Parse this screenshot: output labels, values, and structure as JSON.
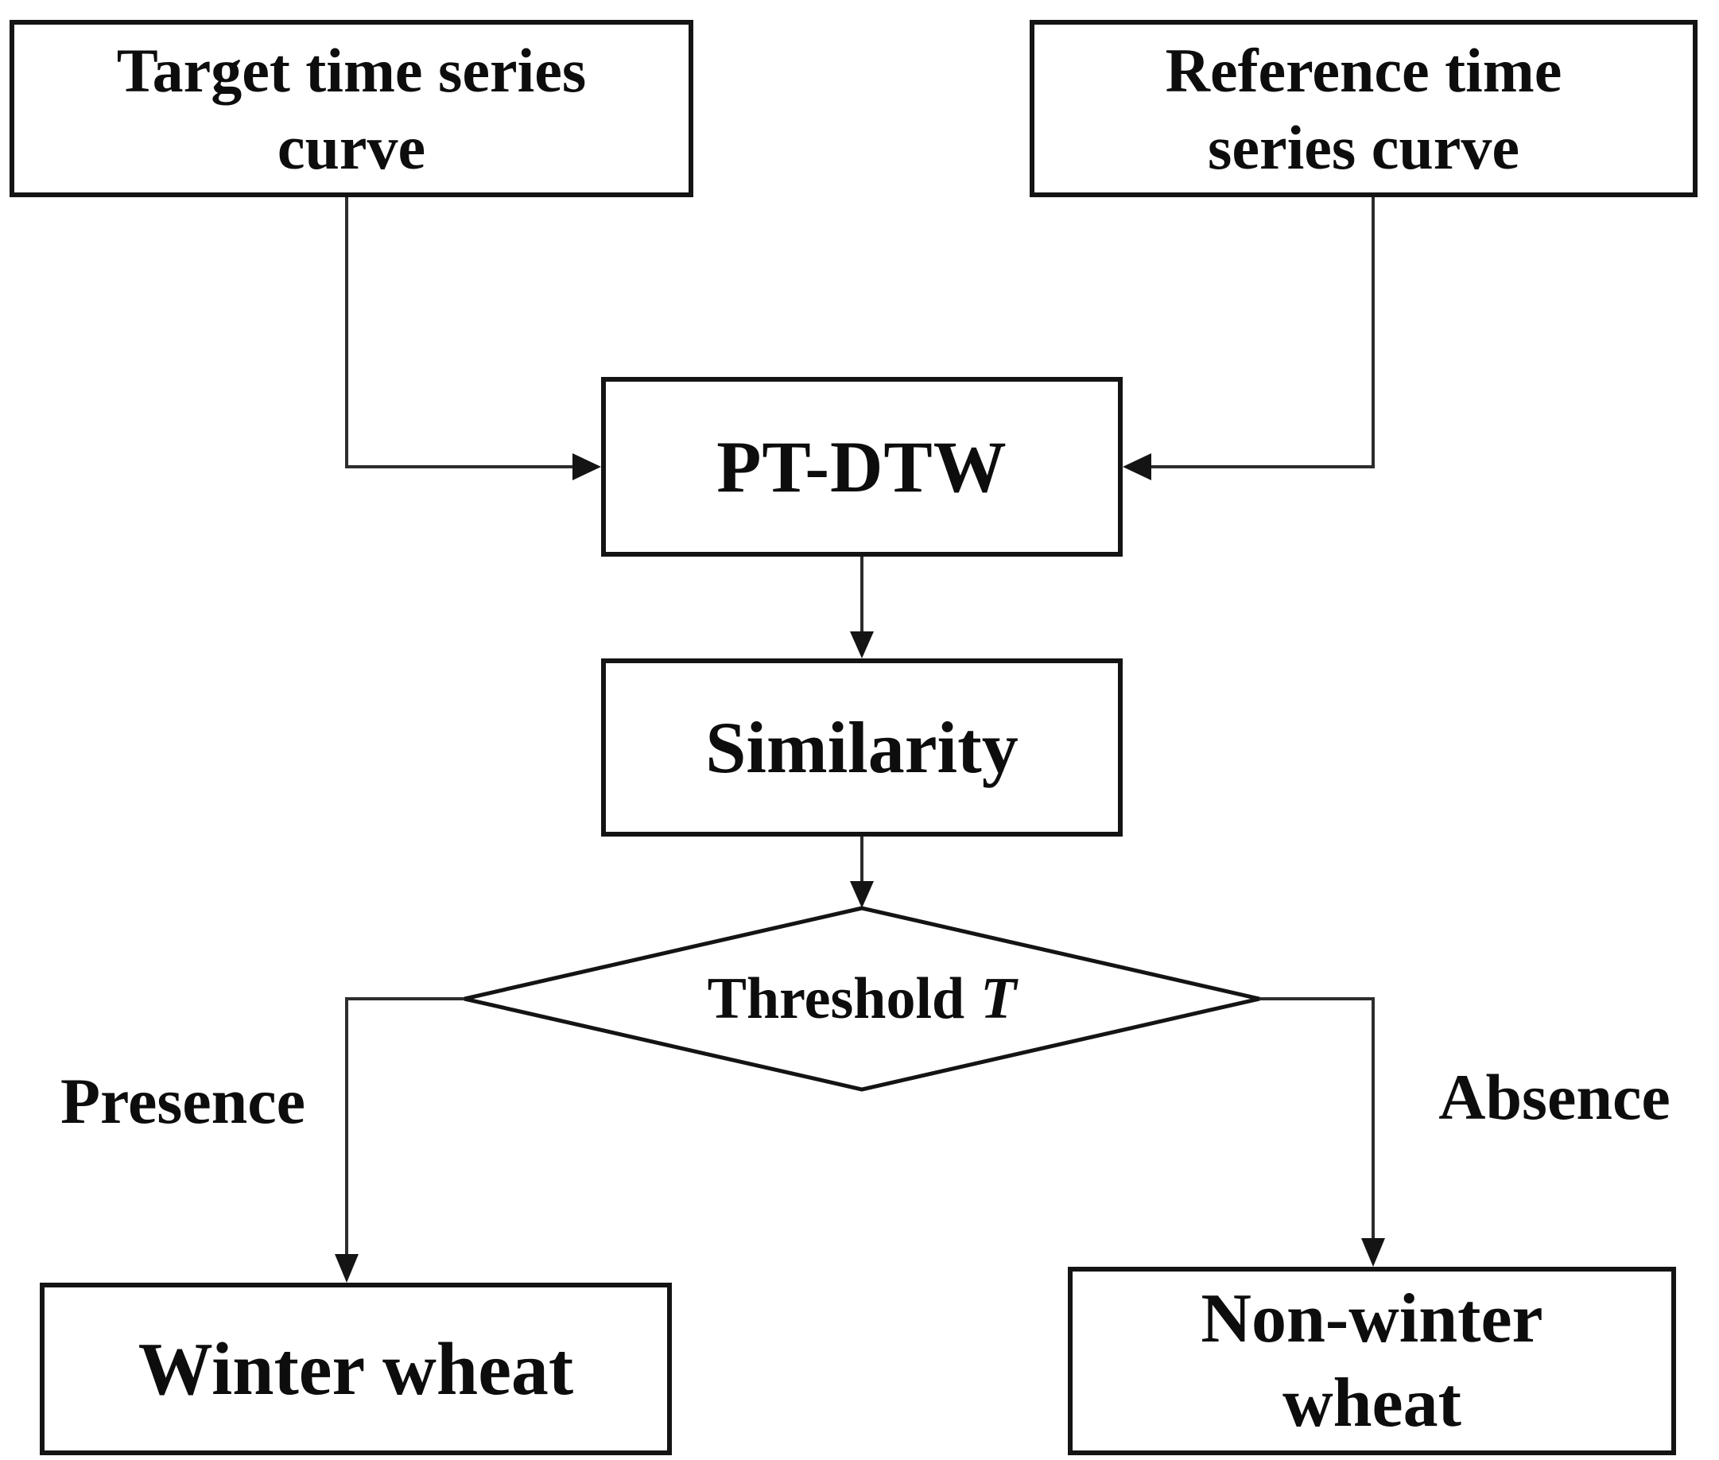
{
  "figure": {
    "background": "#ffffff",
    "border_color": "#141414",
    "line_color": "#2d2d2d",
    "text_color": "#0d0d0d"
  },
  "nodes": {
    "target": {
      "lines": [
        "Target time series",
        "curve"
      ]
    },
    "reference": {
      "lines": [
        "Reference time",
        "series curve"
      ]
    },
    "ptdtw": {
      "lines": [
        "PT-DTW"
      ]
    },
    "similarity": {
      "lines": [
        "Similarity"
      ]
    },
    "threshold": {
      "label": "Threshold",
      "symbol": "T"
    },
    "winter": {
      "lines": [
        "Winter wheat"
      ]
    },
    "nonwinter": {
      "lines": [
        "Non-winter",
        "wheat"
      ]
    }
  },
  "edge_labels": {
    "presence": "Presence",
    "absence": "Absence"
  }
}
